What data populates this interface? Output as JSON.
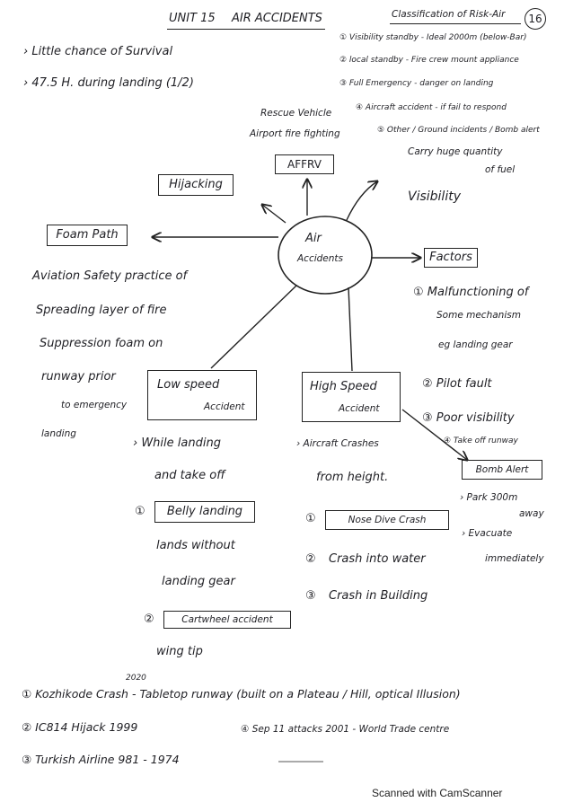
{
  "header": {
    "unit": "UNIT 15",
    "title": "AIR ACCIDENTS",
    "classification_title": "Classification of Risk-Air",
    "page_number": "16"
  },
  "classification": [
    "① Visibility standby - Ideal 2000m (below-Bar)",
    "② local standby - Fire crew mount appliance",
    "③ Full Emergency - danger on landing",
    "④ Aircraft accident - if fail to respond",
    "⑤ Other / Ground incidents / Bomb alert"
  ],
  "intro": [
    "› Little chance of Survival",
    "› 47.5 H. during landing (1/2)"
  ],
  "rescue": [
    "Rescue Vehicle",
    "Airport fire fighting"
  ],
  "affrv_label": "AFFRV",
  "fuel_note": [
    "Carry huge quantity",
    "of fuel"
  ],
  "center": [
    "Air",
    "Accidents"
  ],
  "hijacking": "Hijacking",
  "visibility": "Visibility",
  "foam_path": {
    "label": "Foam Path",
    "description": [
      "Aviation Safety practice of",
      "Spreading layer of fire",
      "Suppression foam on",
      "runway prior",
      "to emergency",
      "landing"
    ]
  },
  "factors": {
    "label": "Factors",
    "items": [
      "① Malfunctioning of",
      "Some mechanism",
      "eg landing gear",
      "② Pilot fault",
      "③ Poor visibility",
      "④ Take off runway"
    ]
  },
  "low_speed": {
    "box": [
      "Low speed",
      "Accident"
    ],
    "note": [
      "› While landing",
      "and take off"
    ],
    "belly": "Belly landing",
    "belly_num": "①",
    "belly_desc": [
      "lands without",
      "landing gear"
    ],
    "cartwheel": "Cartwheel accident",
    "cartwheel_num": "②",
    "cartwheel_desc": "wing tip"
  },
  "high_speed": {
    "box": [
      "High Speed",
      "Accident"
    ],
    "note": [
      "› Aircraft Crashes",
      "from height."
    ],
    "items": [
      {
        "num": "①",
        "label": "Nose Dive Crash"
      },
      {
        "num": "②",
        "label": "Crash into water"
      },
      {
        "num": "③",
        "label": "Crash in Building"
      }
    ]
  },
  "bomb_alert": {
    "label": "Bomb Alert",
    "notes": [
      "› Park 300m",
      "away",
      "› Evacuate",
      "immediately"
    ]
  },
  "examples": {
    "year_note": "2020",
    "items": [
      "① Kozhikode Crash - Tabletop runway (built on a Plateau / Hill, optical Illusion)",
      "② IC814 Hijack 1999",
      "③ Turkish Airline 981 - 1974",
      "④ Sep 11 attacks 2001 - World Trade centre"
    ]
  },
  "watermark": "Scanned with CamScanner"
}
